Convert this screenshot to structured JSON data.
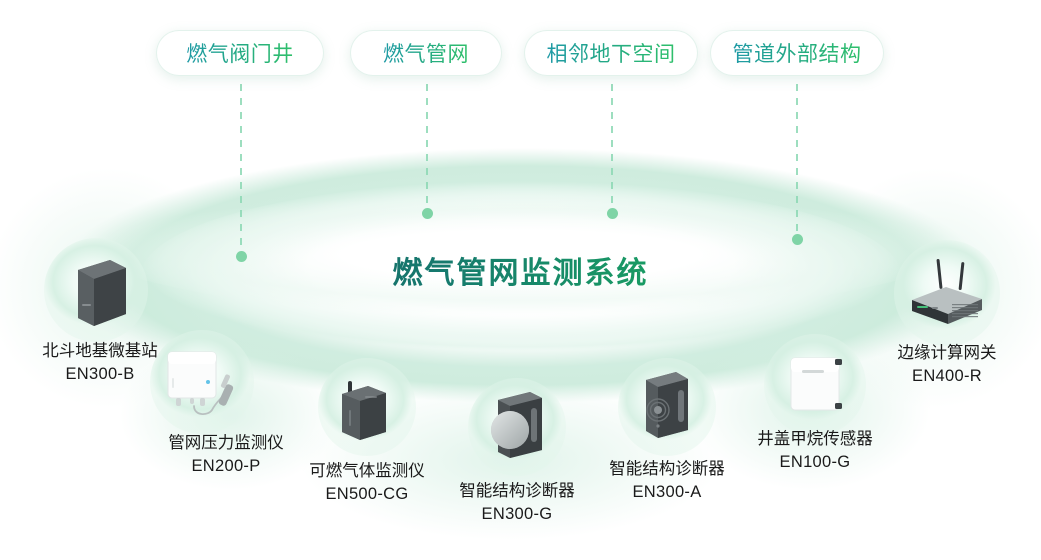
{
  "diagram": {
    "center_title": "燃气管网监测系统",
    "top_pills": [
      {
        "label": "燃气阀门井"
      },
      {
        "label": "燃气管网"
      },
      {
        "label": "相邻地下空间"
      },
      {
        "label": "管道外部结构"
      }
    ],
    "devices": [
      {
        "name": "北斗地基微基站",
        "model": "EN300-B",
        "icon": "base-station-icon"
      },
      {
        "name": "管网压力监测仪",
        "model": "EN200-P",
        "icon": "pressure-monitor-icon"
      },
      {
        "name": "可燃气体监测仪",
        "model": "EN500-CG",
        "icon": "gas-detector-icon"
      },
      {
        "name": "智能结构诊断器",
        "model": "EN300-G",
        "icon": "structure-diagnoser-g-icon"
      },
      {
        "name": "智能结构诊断器",
        "model": "EN300-A",
        "icon": "structure-diagnoser-a-icon"
      },
      {
        "name": "井盖甲烷传感器",
        "model": "EN100-G",
        "icon": "methane-sensor-icon"
      },
      {
        "name": "边缘计算网关",
        "model": "EN400-R",
        "icon": "edge-gateway-icon"
      }
    ],
    "colors": {
      "accent_green": "#2fc06a",
      "accent_teal": "#1f9aa6",
      "title_dark": "#134a5c",
      "ring_green": "#cdecde",
      "dot_green": "#7fd4a6",
      "device_dark": "#4a4f52",
      "device_light": "#f2f4f4",
      "background": "#ffffff"
    }
  }
}
